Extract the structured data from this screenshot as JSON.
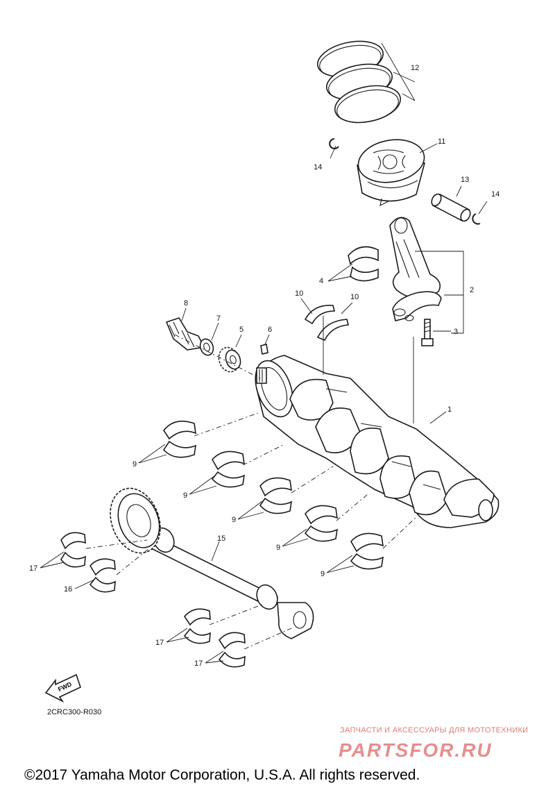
{
  "callouts": {
    "n1": "1",
    "n2": "2",
    "n3": "3",
    "n4": "4",
    "n5": "5",
    "n6": "6",
    "n7": "7",
    "n8": "8",
    "n9": "9",
    "n10": "10",
    "n11": "11",
    "n12": "12",
    "n13": "13",
    "n14": "14",
    "n15": "15",
    "n16": "16",
    "n17": "17"
  },
  "fwd_label": "FWD",
  "drawing_code": "2CRC300-R030",
  "copyright": "©2017 Yamaha Motor Corporation, U.S.A. All rights reserved.",
  "watermark": {
    "tagline": "ЗАПЧАСТИ И АКСЕССУАРЫ ДЛЯ МОТОТЕХНИКИ",
    "brand": "PARTSFOR.RU"
  }
}
